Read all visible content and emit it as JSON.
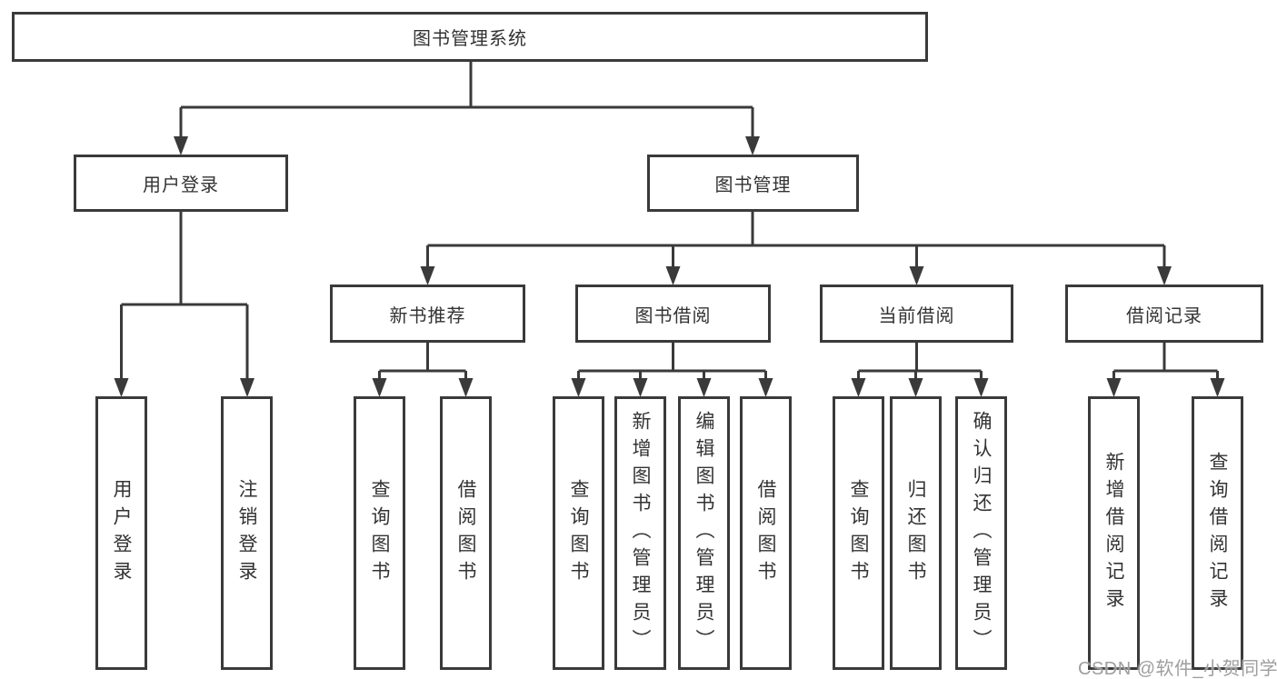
{
  "tree": {
    "root": {
      "label": "图书管理系统"
    },
    "branches": [
      {
        "label": "用户登录",
        "children": [
          {
            "label": "用户登录"
          },
          {
            "label": "注销登录"
          }
        ]
      },
      {
        "label": "图书管理",
        "children": [
          {
            "label": "新书推荐",
            "children": [
              {
                "label": "查询图书"
              },
              {
                "label": "借阅图书"
              }
            ]
          },
          {
            "label": "图书借阅",
            "children": [
              {
                "label": "查询图书"
              },
              {
                "label": "新增图书（管理员）"
              },
              {
                "label": "编辑图书（管理员）"
              },
              {
                "label": "借阅图书"
              }
            ]
          },
          {
            "label": "当前借阅",
            "children": [
              {
                "label": "查询图书"
              },
              {
                "label": "归还图书"
              },
              {
                "label": "确认归还（管理员）"
              }
            ]
          },
          {
            "label": "借阅记录",
            "children": [
              {
                "label": "新增借阅记录"
              },
              {
                "label": "查询借阅记录"
              }
            ]
          }
        ]
      }
    ]
  },
  "watermark": {
    "text": "CSDN @软件_小贺同学"
  },
  "colors": {
    "line": "#3a3a3a",
    "text": "#333333",
    "background": "#ffffff",
    "watermark": "#9e9e9e"
  }
}
